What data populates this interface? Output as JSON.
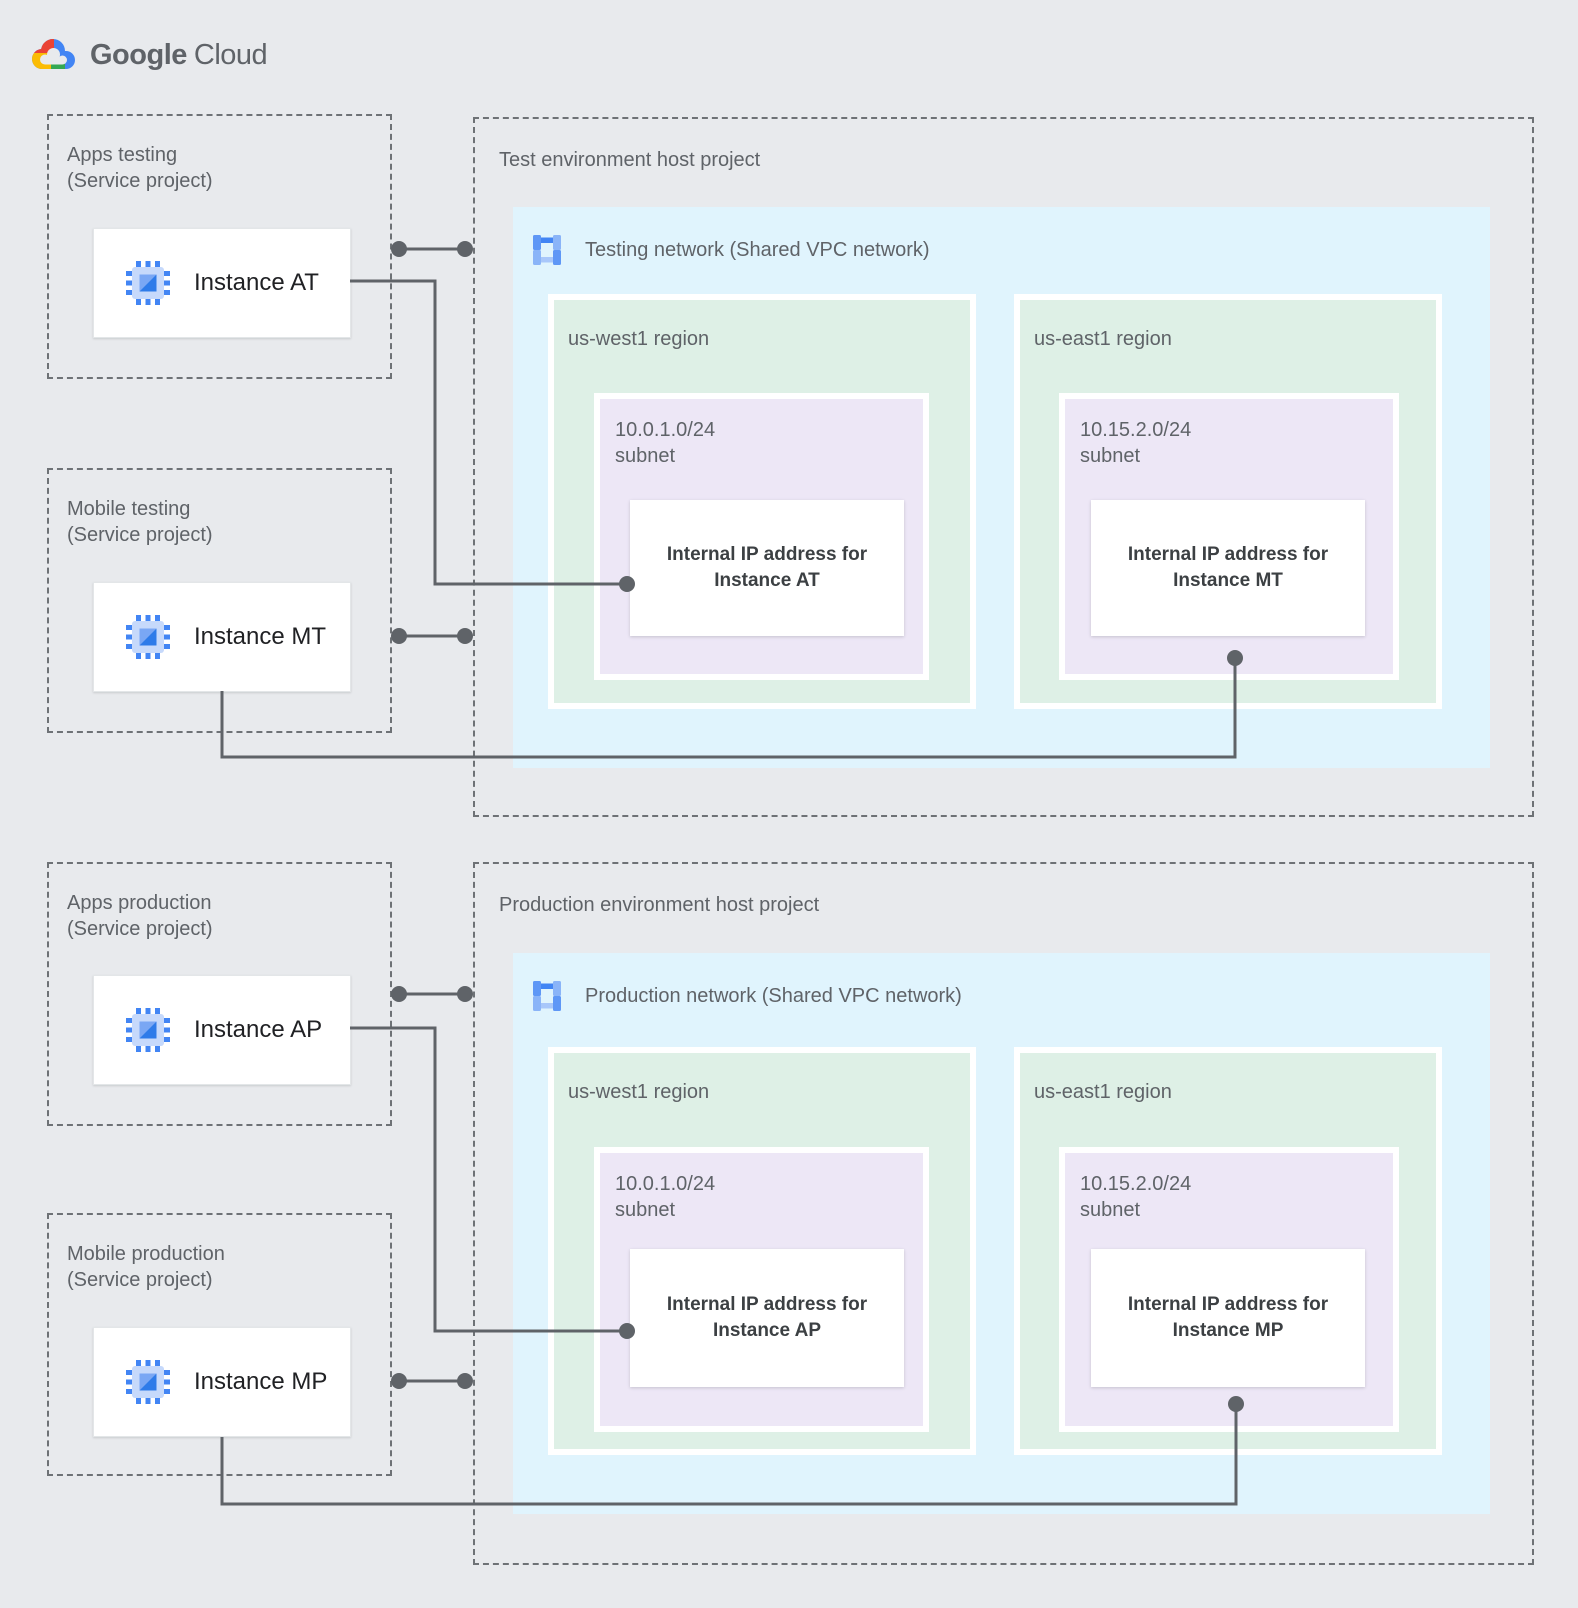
{
  "logo": {
    "brand": "Google",
    "product": "Cloud"
  },
  "colors": {
    "page_background": "#E8EAED",
    "network_fill": "#E0F4FD",
    "region_fill": "#DEF0E6",
    "subnet_fill": "#EDE7F6",
    "connector": "#5F6368",
    "dashed_border": "#6E7276",
    "google_blue": "#4285F4",
    "google_red": "#EA4335",
    "google_yellow": "#FBBC04",
    "google_green": "#34A853"
  },
  "sections": {
    "test": {
      "host_label": "Test environment host project",
      "network_label": "Testing network (Shared VPC network)",
      "projects": [
        {
          "name": "Apps testing",
          "type": "(Service project)",
          "instance": "Instance AT"
        },
        {
          "name": "Mobile testing",
          "type": "(Service project)",
          "instance": "Instance MT"
        }
      ],
      "regions": [
        {
          "name": "us-west1 region",
          "cidr": "10.0.1.0/24",
          "subnet_label": "subnet",
          "ip": {
            "line1": "Internal IP address for",
            "line2": "Instance AT"
          }
        },
        {
          "name": "us-east1 region",
          "cidr": "10.15.2.0/24",
          "subnet_label": "subnet",
          "ip": {
            "line1": "Internal IP address for",
            "line2": "Instance MT"
          }
        }
      ]
    },
    "production": {
      "host_label": "Production environment host project",
      "network_label": "Production network (Shared VPC network)",
      "projects": [
        {
          "name": "Apps production",
          "type": "(Service project)",
          "instance": "Instance AP"
        },
        {
          "name": "Mobile production",
          "type": "(Service project)",
          "instance": "Instance MP"
        }
      ],
      "regions": [
        {
          "name": "us-west1 region",
          "cidr": "10.0.1.0/24",
          "subnet_label": "subnet",
          "ip": {
            "line1": "Internal IP address for",
            "line2": "Instance AP"
          }
        },
        {
          "name": "us-east1 region",
          "cidr": "10.15.2.0/24",
          "subnet_label": "subnet",
          "ip": {
            "line1": "Internal IP address for",
            "line2": "Instance MP"
          }
        }
      ]
    }
  }
}
